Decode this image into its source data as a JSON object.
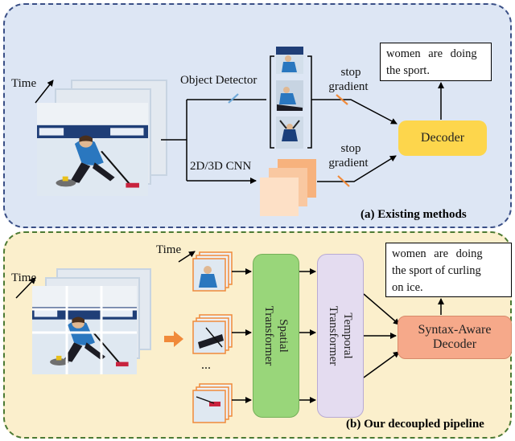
{
  "panel_a": {
    "caption": "(a) Existing methods",
    "time_label": "Time",
    "object_detector": "Object Detector",
    "cnn": "2D/3D CNN",
    "stop_gradient_1": [
      "stop",
      "gradient"
    ],
    "stop_gradient_2": [
      "stop",
      "gradient"
    ],
    "decoder": "Decoder",
    "output_lines": [
      "women are doing",
      "the sport."
    ]
  },
  "panel_b": {
    "caption": "(b) Our decoupled pipeline",
    "time_label_left": "Time",
    "time_label_right": "Time",
    "ellipsis": "...",
    "spatial_transformer": [
      "Spatial",
      "Transformer"
    ],
    "temporal_transformer": [
      "Temporal",
      "Transformer"
    ],
    "decoder": [
      "Syntax-Aware",
      "Decoder"
    ],
    "output_lines": [
      "women are doing",
      "the sport of curling",
      "on ice."
    ]
  },
  "colors": {
    "panel_a_bg": "#dde6f4",
    "panel_a_border": "#3a4f86",
    "panel_b_bg": "#fbefcc",
    "panel_b_border": "#4c7a33",
    "decoder": "#fdd64c",
    "syntax_decoder": "#f6a98a",
    "spatial": "#99d67a",
    "temporal": "#e4dcf0",
    "stop_gradient_mark": "#f08a3a",
    "patch_border": "#f08a3a"
  }
}
